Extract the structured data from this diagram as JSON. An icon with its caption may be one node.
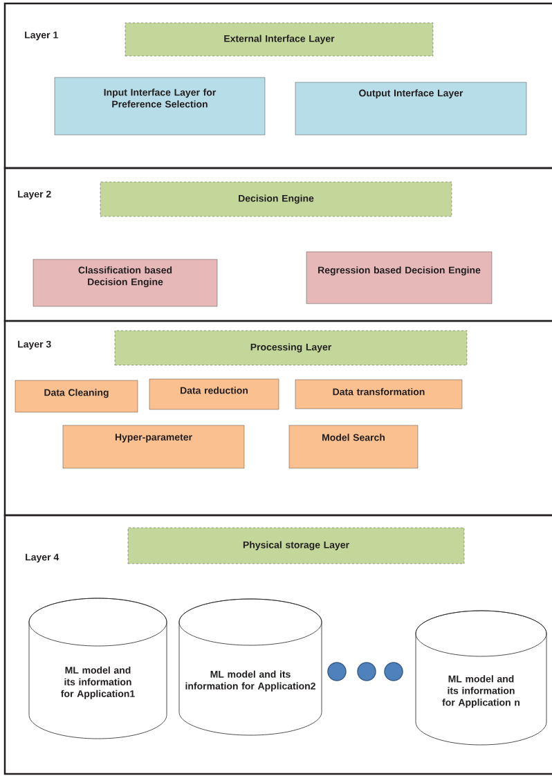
{
  "diagram": {
    "nodes": [
      {
        "text": [
          "Layer 1"
        ]
      },
      {
        "text": [
          "External Interface Layer"
        ],
        "in": 0
      },
      {
        "text": [
          "Input Interface Layer for Preference Selection"
        ],
        "in": 0
      },
      {
        "text": [
          "Output Interface Layer"
        ],
        "in": 0
      },
      {
        "text": [
          "Layer 2"
        ]
      },
      {
        "text": [
          "Decision Engine"
        ],
        "in": 4
      },
      {
        "text": [
          "Classification based Decision Engine"
        ],
        "in": 4
      },
      {
        "text": [
          "Regression based Decision Engine"
        ],
        "in": 4
      },
      {
        "text": [
          "Layer 3"
        ]
      },
      {
        "text": [
          "Processing Layer"
        ],
        "in": 8
      },
      {
        "text": [
          "Data Cleaning"
        ],
        "in": 8
      },
      {
        "text": [
          "Data reduction"
        ],
        "in": 8
      },
      {
        "text": [
          "Data transformation"
        ],
        "in": 8
      },
      {
        "text": [
          "Hyper-parameter"
        ],
        "in": 8
      },
      {
        "text": [
          "Model Search"
        ],
        "in": 8
      },
      {
        "text": [
          "Layer 4"
        ]
      },
      {
        "text": [
          "Physical storage Layer"
        ],
        "in": 15
      },
      {
        "text": [
          "ML model and its information for Application1"
        ],
        "in": 15
      },
      {
        "text": [
          "ML model and its information for Application2"
        ],
        "in": 15
      },
      {
        "text": [],
        "shape": "circle",
        "in": 15
      },
      {
        "text": [],
        "shape": "circle",
        "in": 15
      },
      {
        "text": [],
        "shape": "circle",
        "in": 15
      },
      {
        "text": [
          "ML model and its information for Application n"
        ],
        "in": 15
      }
    ]
  }
}
